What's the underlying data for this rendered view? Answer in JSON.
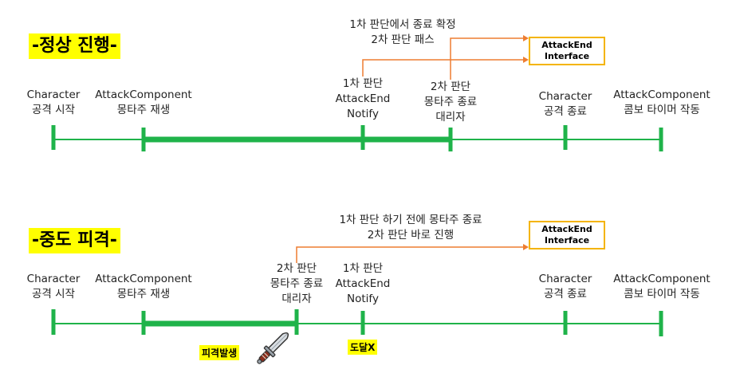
{
  "colors": {
    "green": "#1fb34a",
    "orange": "#ee7d31",
    "yellow": "#ffff00",
    "gold": "#f4b400"
  },
  "top": {
    "heading": "-정상 진행-",
    "note": "1차 판단에서 종료 확정\n2차 판단 패스",
    "interface": "AttackEnd\nInterface",
    "labels": {
      "char_start": "Character\n공격 시작",
      "montage_play": "AttackComponent\n몽타주 재생",
      "first_check": "1차 판단\nAttackEnd\nNotify",
      "second_check": "2차 판단\n몽타주 종료\n대리자",
      "char_end": "Character\n공격 종료",
      "combo_timer": "AttackComponent\n콤보 타이머 작동"
    }
  },
  "bottom": {
    "heading": "-중도 피격-",
    "note": "1차 판단 하기 전에 몽타주 종료\n2차 판단 바로 진행",
    "interface": "AttackEnd\nInterface",
    "labels": {
      "char_start": "Character\n공격 시작",
      "montage_play": "AttackComponent\n몽타주 재생",
      "second_check": "2차 판단\n몽타주 종료\n대리자",
      "first_check": "1차 판단\nAttackEnd\nNotify",
      "char_end": "Character\n공격 종료",
      "combo_timer": "AttackComponent\n콤보 타이머 작동"
    },
    "hit_label": "피격발생",
    "not_reached": "도달X",
    "knife_icon": "knife-icon"
  }
}
